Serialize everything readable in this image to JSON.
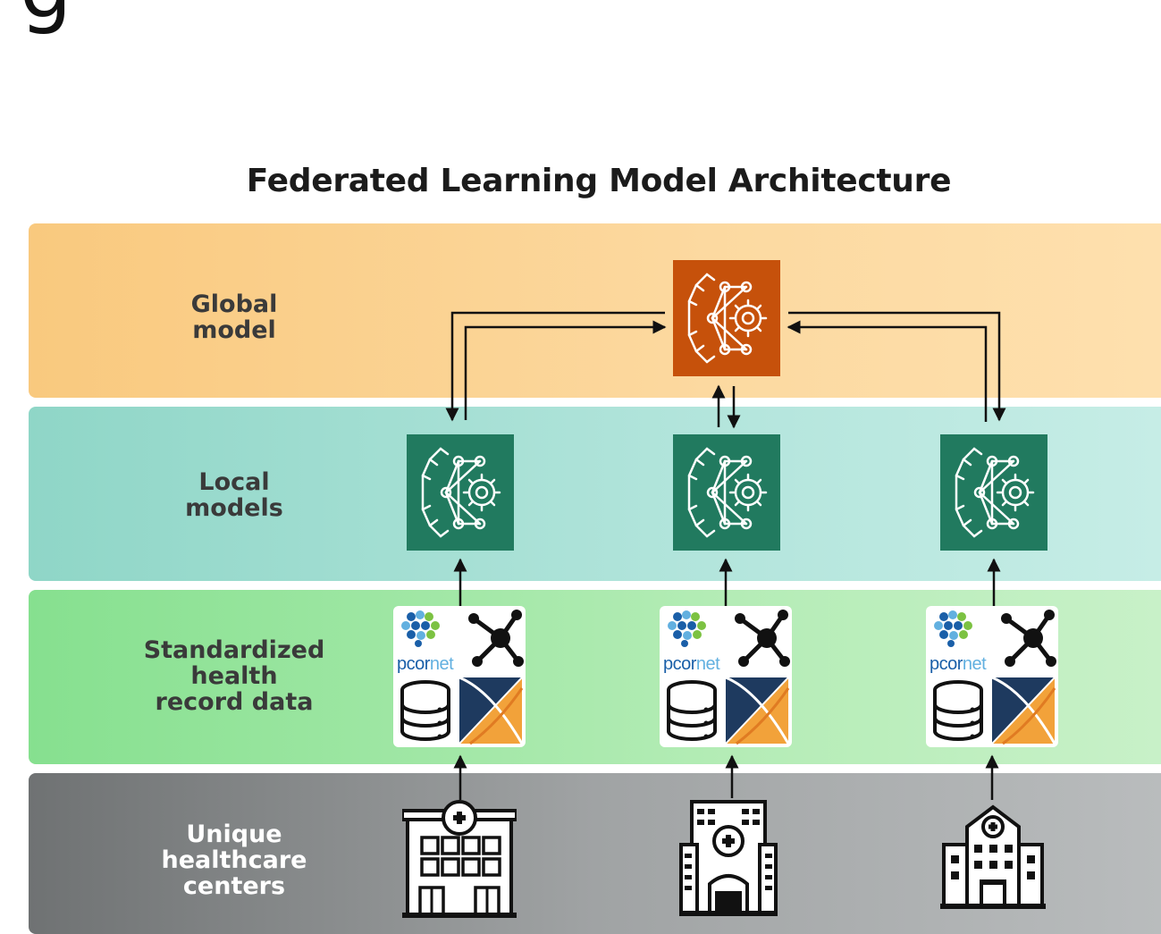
{
  "stray_glyph": "g",
  "title": "Federated Learning Model Architecture",
  "layers": {
    "global": {
      "label_lines": [
        "Global",
        "model"
      ],
      "color": "#f9c97e"
    },
    "local": {
      "label_lines": [
        "Local",
        "models"
      ],
      "color": "#8fd6c7"
    },
    "data": {
      "label_lines": [
        "Standardized",
        "health",
        "record data"
      ],
      "color": "#86e08f"
    },
    "centers": {
      "label_lines": [
        "Unique",
        "healthcare",
        "centers"
      ],
      "color": "#6f7273"
    }
  },
  "nodes": {
    "global_color": "#c6510b",
    "local_color": "#217a5f",
    "icon": "neural-network-gear-icon"
  },
  "data_tiles": [
    {
      "pcornet_a": "pcor",
      "pcornet_b": "net"
    },
    {
      "pcornet_a": "pcor",
      "pcornet_b": "net"
    },
    {
      "pcornet_a": "pcor",
      "pcornet_b": "net"
    }
  ],
  "centers": [
    {
      "icon": "hospital-building-icon"
    },
    {
      "icon": "hospital-tower-icon"
    },
    {
      "icon": "hospital-clinic-icon"
    }
  ]
}
